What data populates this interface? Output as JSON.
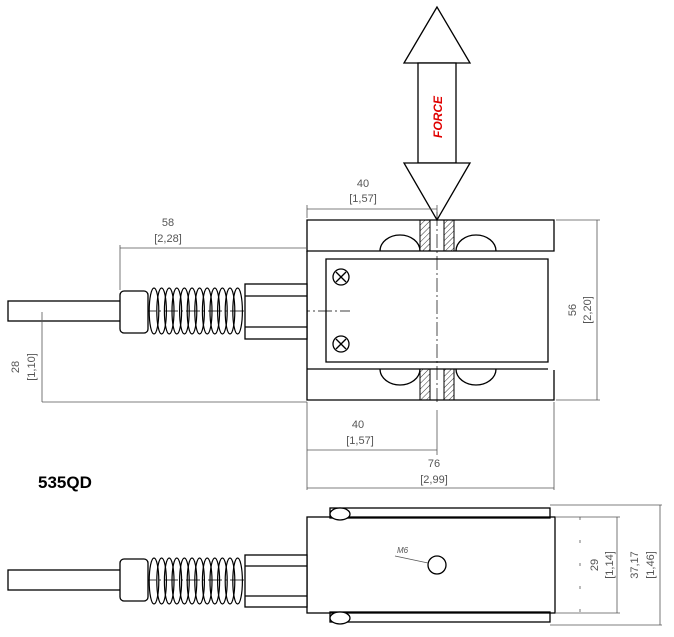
{
  "model": "535QD",
  "force_label": "FORCE",
  "thread_label": "M6",
  "dimensions": {
    "top_40": {
      "mm": "40",
      "in": "[1,57]"
    },
    "left_58": {
      "mm": "58",
      "in": "[2,28]"
    },
    "height_56": {
      "mm": "56",
      "in": "[2,20]"
    },
    "cable_28": {
      "mm": "28",
      "in": "[1,10]"
    },
    "bottom_40": {
      "mm": "40",
      "in": "[1,57]"
    },
    "width_76": {
      "mm": "76",
      "in": "[2,99]"
    },
    "side_29": {
      "mm": "29",
      "in": "[1,14]"
    },
    "side_37": {
      "mm": "37,17",
      "in": "[1,46]"
    }
  },
  "colors": {
    "line": "#000000",
    "dimension": "#555555",
    "force_text": "#e00000"
  }
}
